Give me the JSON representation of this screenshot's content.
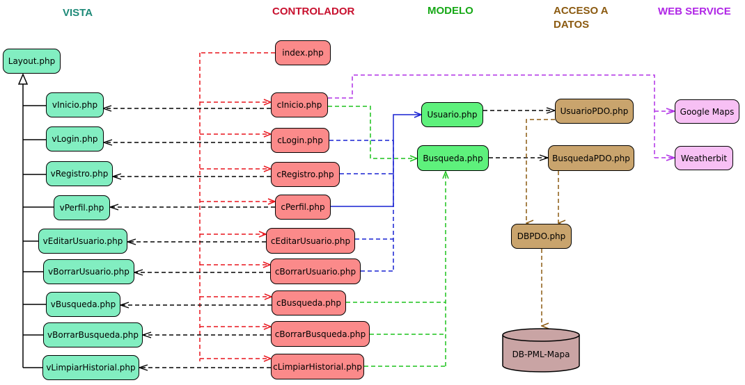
{
  "headers": {
    "vista": "VISTA",
    "controlador": "CONTROLADOR",
    "modelo": "MODELO",
    "acceso_line1": "ACCESO A",
    "acceso_line2": "DATOS",
    "web_service": "WEB SERVICE"
  },
  "nodes": {
    "layout": "Layout.php",
    "vistas": [
      "vInicio.php",
      "vLogin.php",
      "vRegistro.php",
      "vPerfil.php",
      "vEditarUsuario.php",
      "vBorrarUsuario.php",
      "vBusqueda.php",
      "vBorrarBusqueda.php",
      "vLimpiarHistorial.php"
    ],
    "index": "index.php",
    "controladores": [
      "cInicio.php",
      "cLogin.php",
      "cRegistro.php",
      "cPerfil.php",
      "cEditarUsuario.php",
      "cBorrarUsuario.php",
      "cBusqueda.php",
      "cBorrarBusqueda.php",
      "cLimpiarHistorial.php"
    ],
    "modelos": [
      "Usuario.php",
      "Busqueda.php"
    ],
    "acceso": [
      "UsuarioPDO.php",
      "BusquedaPDO.php",
      "DBPDO.php"
    ],
    "web_services": [
      "Google Maps",
      "Weatherbit"
    ],
    "database": "DB-PML-Mapa"
  },
  "colors": {
    "vista_header": "#1e8a78",
    "controlador_header": "#c8102e",
    "modelo_header": "#16a816",
    "acceso_header": "#8b5a10",
    "webservice_header": "#b026e6",
    "vista_fill": "#82eec1",
    "controlador_fill": "#fb8a8a",
    "modelo_fill": "#5ef17c",
    "acceso_fill": "#c9a46d",
    "webservice_fill": "#f7c0f4",
    "database_fill": "#c9a4a4",
    "red_line": "#e8141c",
    "blue_line": "#1720d2",
    "green_line": "#1bc21b",
    "purple_line": "#b030e6",
    "brown_line": "#8b5a10"
  }
}
